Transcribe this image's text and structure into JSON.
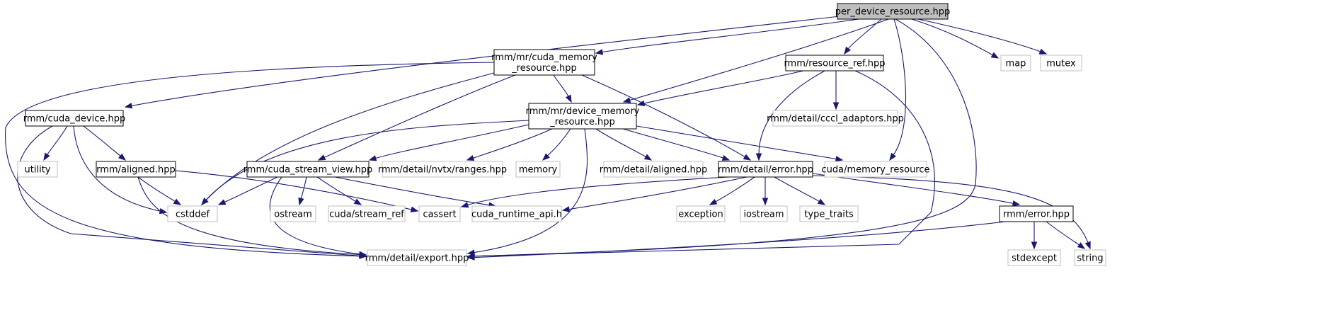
{
  "diagram": {
    "type": "include-dependency-graph",
    "colors": {
      "edge": "#191970",
      "root_fill": "#bfbfbf",
      "node_border": "#000000",
      "external_border": "#bfbfbf"
    },
    "nodes": [
      {
        "id": "root",
        "lines": [
          "per_device_resource.hpp"
        ],
        "kind": "root"
      },
      {
        "id": "cuda_mr",
        "lines": [
          "rmm/mr/cuda_memory",
          "_resource.hpp"
        ],
        "kind": "header"
      },
      {
        "id": "resource_ref",
        "lines": [
          "rmm/resource_ref.hpp"
        ],
        "kind": "header"
      },
      {
        "id": "map",
        "lines": [
          "map"
        ],
        "kind": "external"
      },
      {
        "id": "mutex",
        "lines": [
          "mutex"
        ],
        "kind": "external"
      },
      {
        "id": "cuda_device",
        "lines": [
          "rmm/cuda_device.hpp"
        ],
        "kind": "header"
      },
      {
        "id": "device_mr",
        "lines": [
          "rmm/mr/device_memory",
          "_resource.hpp"
        ],
        "kind": "header"
      },
      {
        "id": "cccl",
        "lines": [
          "rmm/detail/cccl_adaptors.hpp"
        ],
        "kind": "external"
      },
      {
        "id": "utility",
        "lines": [
          "utility"
        ],
        "kind": "external"
      },
      {
        "id": "aligned",
        "lines": [
          "rmm/aligned.hpp"
        ],
        "kind": "header"
      },
      {
        "id": "stream_view",
        "lines": [
          "rmm/cuda_stream_view.hpp"
        ],
        "kind": "header"
      },
      {
        "id": "nvtx",
        "lines": [
          "rmm/detail/nvtx/ranges.hpp"
        ],
        "kind": "external"
      },
      {
        "id": "memory",
        "lines": [
          "memory"
        ],
        "kind": "external"
      },
      {
        "id": "det_aligned",
        "lines": [
          "rmm/detail/aligned.hpp"
        ],
        "kind": "external"
      },
      {
        "id": "det_error",
        "lines": [
          "rmm/detail/error.hpp"
        ],
        "kind": "header"
      },
      {
        "id": "cuda_mem_res",
        "lines": [
          "cuda/memory_resource"
        ],
        "kind": "external"
      },
      {
        "id": "cstddef",
        "lines": [
          "cstddef"
        ],
        "kind": "external"
      },
      {
        "id": "ostream",
        "lines": [
          "ostream"
        ],
        "kind": "external"
      },
      {
        "id": "stream_ref",
        "lines": [
          "cuda/stream_ref"
        ],
        "kind": "external"
      },
      {
        "id": "cassert",
        "lines": [
          "cassert"
        ],
        "kind": "external"
      },
      {
        "id": "runtime_api",
        "lines": [
          "cuda_runtime_api.h"
        ],
        "kind": "external"
      },
      {
        "id": "exception",
        "lines": [
          "exception"
        ],
        "kind": "external"
      },
      {
        "id": "iostream",
        "lines": [
          "iostream"
        ],
        "kind": "external"
      },
      {
        "id": "type_traits",
        "lines": [
          "type_traits"
        ],
        "kind": "external"
      },
      {
        "id": "rmm_error",
        "lines": [
          "rmm/error.hpp"
        ],
        "kind": "header"
      },
      {
        "id": "export",
        "lines": [
          "rmm/detail/export.hpp"
        ],
        "kind": "external"
      },
      {
        "id": "stdexcept",
        "lines": [
          "stdexcept"
        ],
        "kind": "external"
      },
      {
        "id": "string",
        "lines": [
          "string"
        ],
        "kind": "external"
      }
    ],
    "edges": [
      [
        "root",
        "cuda_mr"
      ],
      [
        "root",
        "resource_ref"
      ],
      [
        "root",
        "map"
      ],
      [
        "root",
        "mutex"
      ],
      [
        "root",
        "cuda_device"
      ],
      [
        "root",
        "device_mr"
      ],
      [
        "root",
        "cuda_mem_res"
      ],
      [
        "root",
        "export"
      ],
      [
        "cuda_mr",
        "export"
      ],
      [
        "cuda_mr",
        "device_mr"
      ],
      [
        "cuda_mr",
        "cstddef"
      ],
      [
        "cuda_mr",
        "stream_view"
      ],
      [
        "cuda_mr",
        "det_error"
      ],
      [
        "resource_ref",
        "device_mr"
      ],
      [
        "resource_ref",
        "cccl"
      ],
      [
        "resource_ref",
        "det_error"
      ],
      [
        "resource_ref",
        "export"
      ],
      [
        "cuda_device",
        "utility"
      ],
      [
        "cuda_device",
        "aligned"
      ],
      [
        "cuda_device",
        "cstddef"
      ],
      [
        "cuda_device",
        "export"
      ],
      [
        "device_mr",
        "cstddef"
      ],
      [
        "device_mr",
        "stream_view"
      ],
      [
        "device_mr",
        "nvtx"
      ],
      [
        "device_mr",
        "memory"
      ],
      [
        "device_mr",
        "det_aligned"
      ],
      [
        "device_mr",
        "det_error"
      ],
      [
        "device_mr",
        "cuda_mem_res"
      ],
      [
        "device_mr",
        "export"
      ],
      [
        "aligned",
        "cstddef"
      ],
      [
        "aligned",
        "cassert"
      ],
      [
        "aligned",
        "export"
      ],
      [
        "stream_view",
        "cstddef"
      ],
      [
        "stream_view",
        "ostream"
      ],
      [
        "stream_view",
        "stream_ref"
      ],
      [
        "stream_view",
        "runtime_api"
      ],
      [
        "stream_view",
        "export"
      ],
      [
        "det_error",
        "cassert"
      ],
      [
        "det_error",
        "runtime_api"
      ],
      [
        "det_error",
        "exception"
      ],
      [
        "det_error",
        "iostream"
      ],
      [
        "det_error",
        "type_traits"
      ],
      [
        "det_error",
        "rmm_error"
      ],
      [
        "det_error",
        "string"
      ],
      [
        "rmm_error",
        "stdexcept"
      ],
      [
        "rmm_error",
        "string"
      ],
      [
        "rmm_error",
        "export"
      ]
    ]
  }
}
